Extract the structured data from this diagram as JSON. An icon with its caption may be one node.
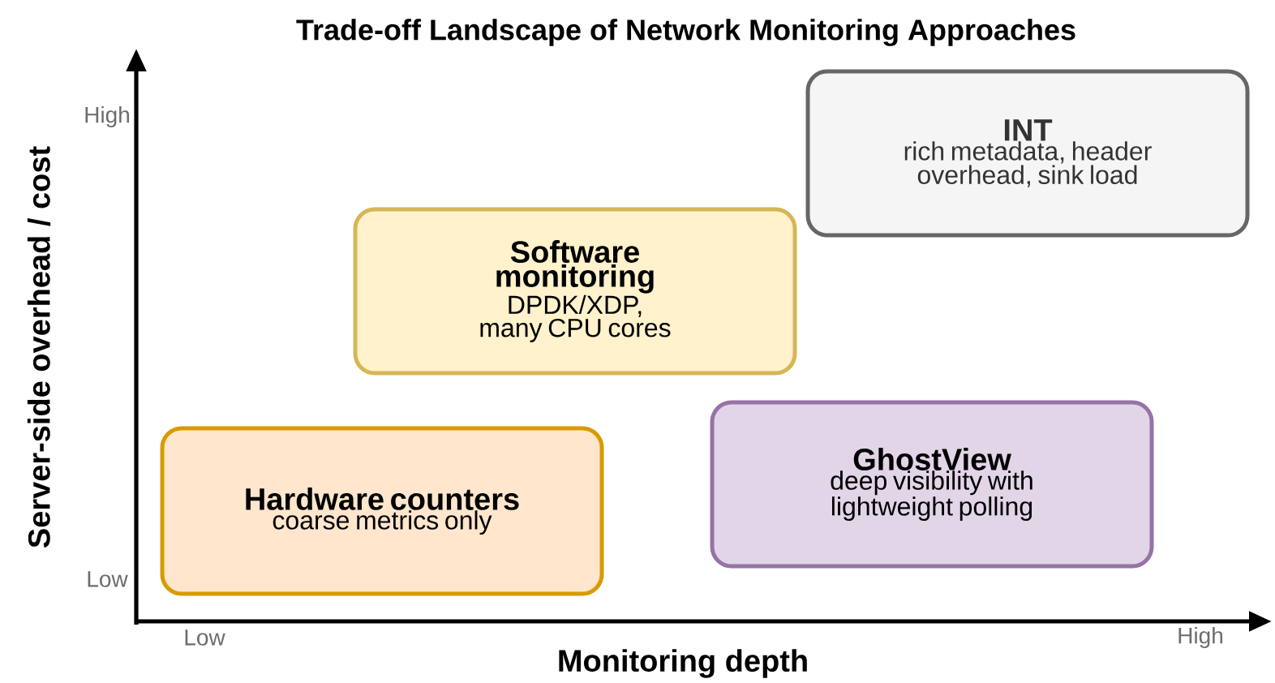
{
  "diagram": {
    "title": "Trade-off Landscape of Network Monitoring Approaches",
    "nodes": [
      {
        "text": [
          "INT",
          "rich metadata, header overhead, sink load"
        ]
      },
      {
        "text": [
          "Software monitoring",
          "DPDK/XDP, many CPU cores"
        ]
      },
      {
        "text": [
          "Hardware counters",
          "coarse metrics only"
        ]
      },
      {
        "text": [
          "GhostView",
          "deep visibility with lightweight polling"
        ]
      }
    ],
    "labels": [
      "Server-side overhead / cost",
      "High",
      "Low",
      "Low",
      "High",
      "Monitoring depth"
    ]
  }
}
